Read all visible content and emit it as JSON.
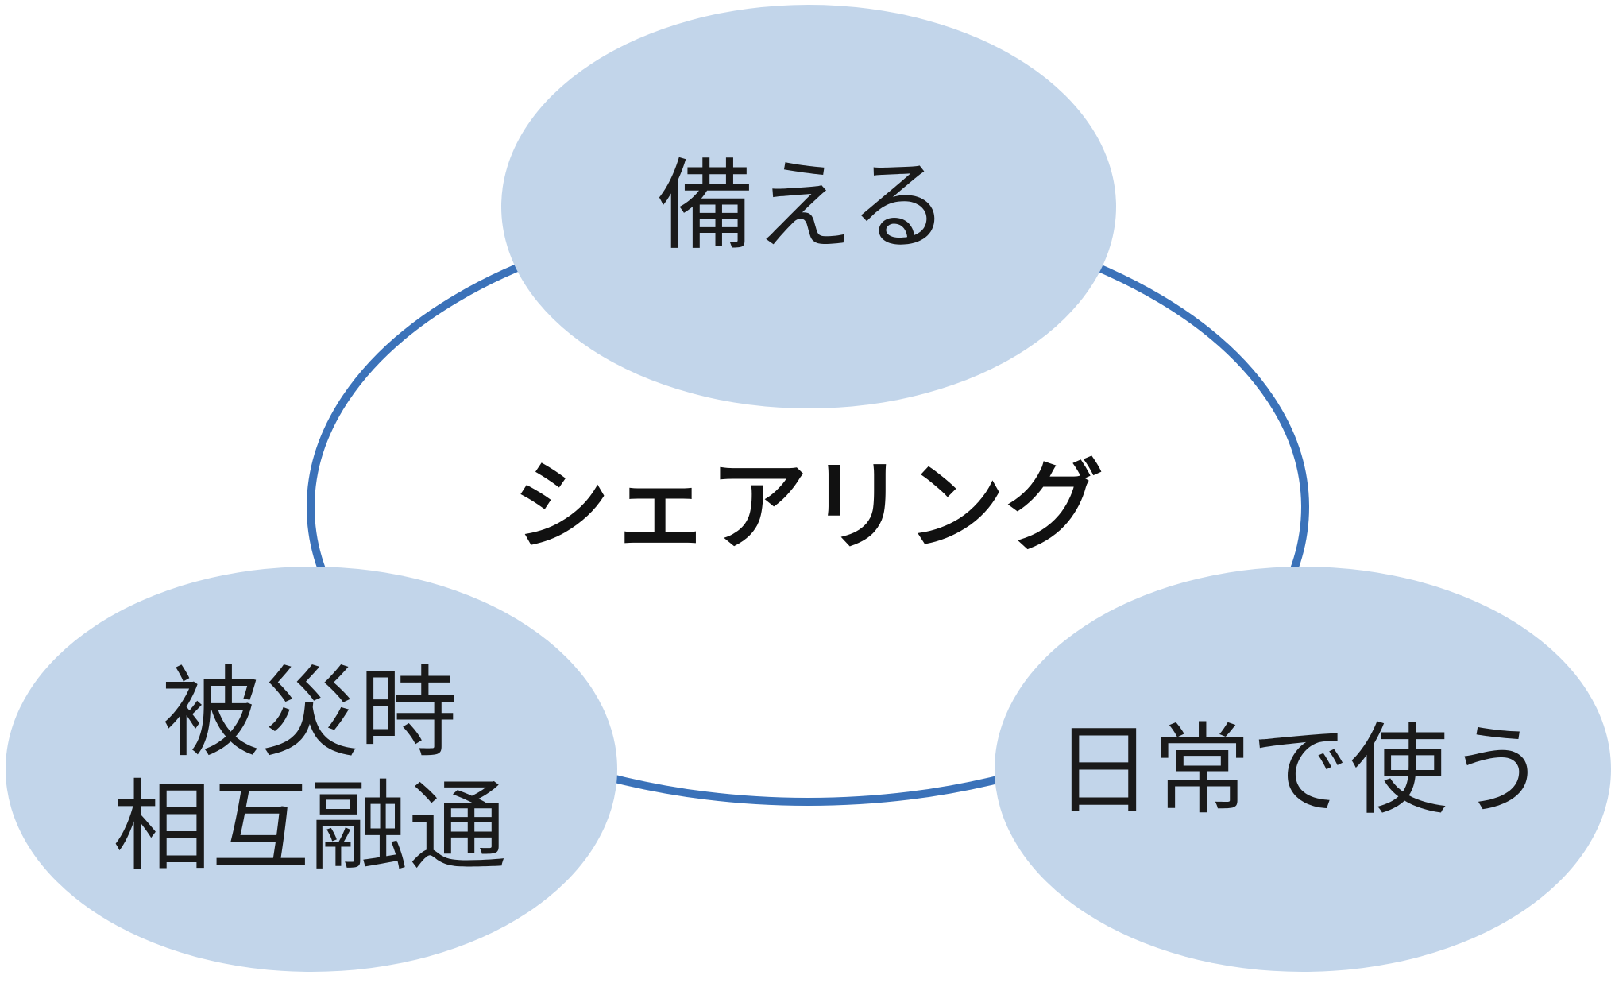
{
  "diagram": {
    "center_label": "シェアリング",
    "nodes": [
      {
        "id": "prepare",
        "lines": [
          "備える"
        ]
      },
      {
        "id": "mutual-aid",
        "lines": [
          "被災時",
          "相互融通"
        ]
      },
      {
        "id": "daily-use",
        "lines": [
          "日常で使う"
        ]
      }
    ]
  },
  "colors": {
    "node_fill": "#c2d5ea",
    "ring_stroke": "#3b72b9",
    "text": "#1a1a1a"
  }
}
